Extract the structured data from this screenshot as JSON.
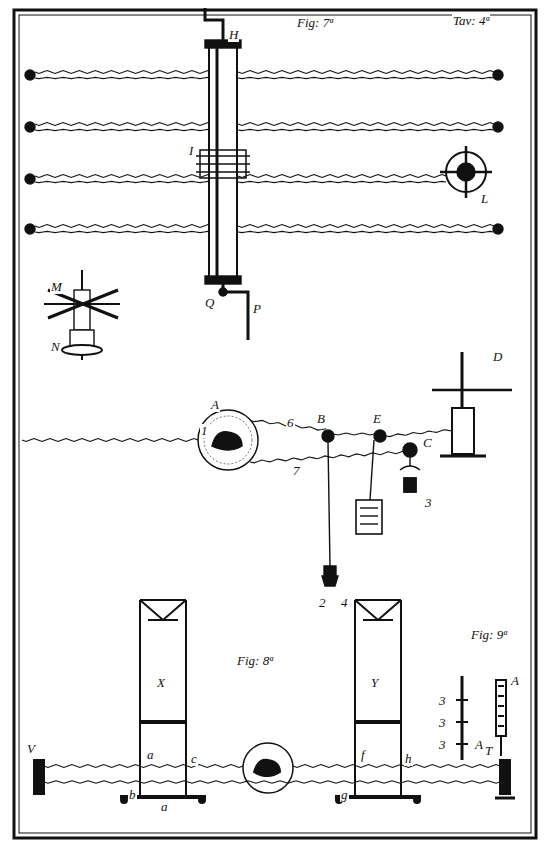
{
  "diagram": {
    "labels": [
      "Fig: 7ª",
      "Tav: 4ª",
      "H",
      "I",
      "L",
      "M",
      "N",
      "Q",
      "P",
      "1",
      "A",
      "6",
      "B",
      "E",
      "D",
      "C",
      "7",
      "2",
      "4",
      "3",
      "Fig: 8ª",
      "X",
      "Y",
      "Fig: 9ª",
      "3",
      "3",
      "3",
      "A",
      "A",
      "V",
      "a",
      "b",
      "c",
      "a",
      "f",
      "g",
      "h",
      "T"
    ]
  }
}
